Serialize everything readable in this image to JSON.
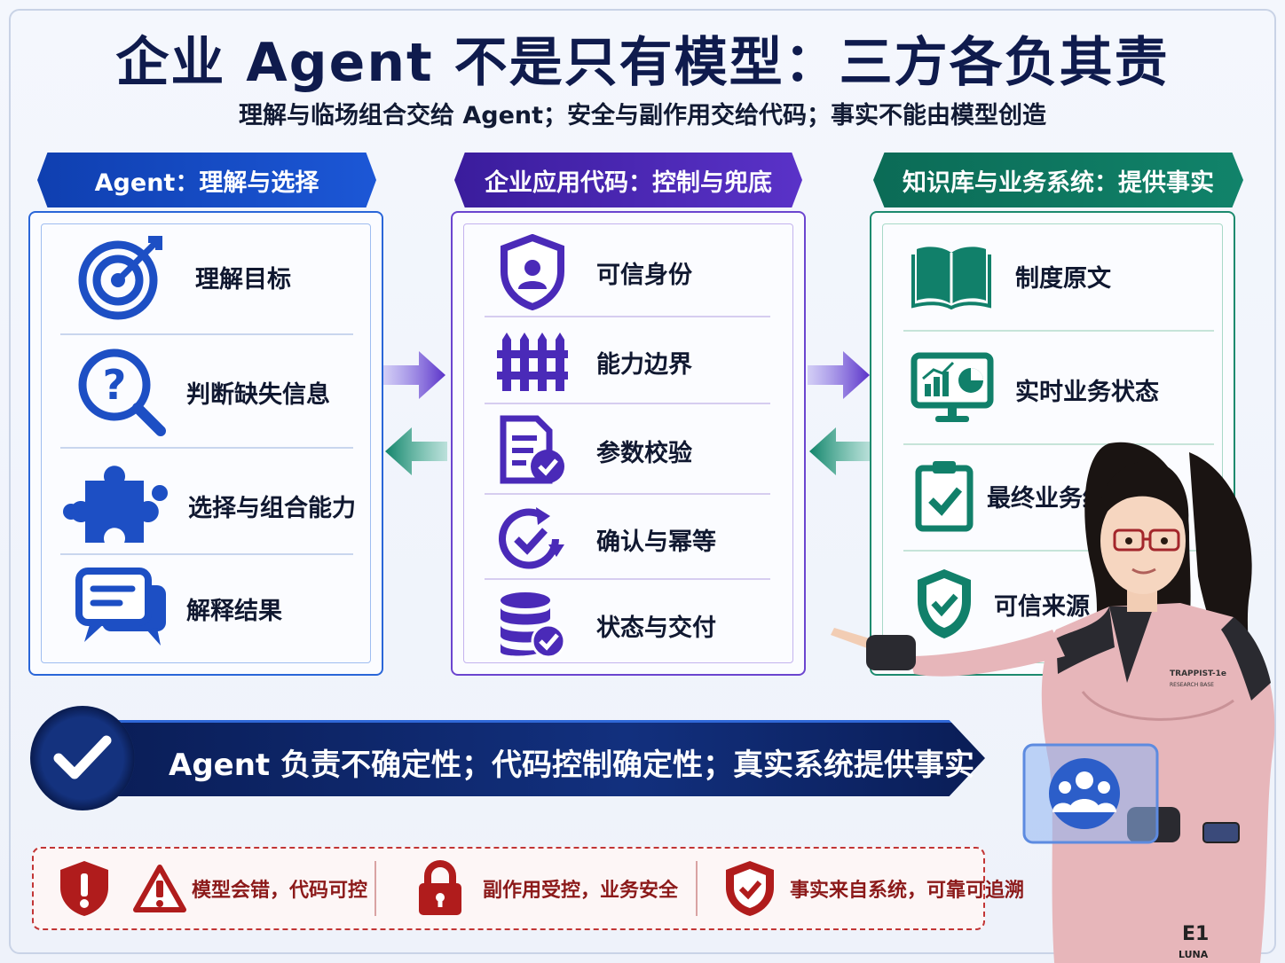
{
  "title": "企业 Agent 不是只有模型：三方各负其责",
  "subtitle": "理解与临场组合交给 Agent；安全与副作用交给代码；事实不能由模型创造",
  "columns": {
    "agent": {
      "header": "Agent：理解与选择",
      "color": "#1c57d6",
      "items": [
        {
          "label": "理解目标",
          "icon": "target-icon"
        },
        {
          "label": "判断缺失信息",
          "icon": "question-magnifier-icon"
        },
        {
          "label": "选择与组合能力",
          "icon": "puzzle-icon"
        },
        {
          "label": "解释结果",
          "icon": "chat-bubbles-icon"
        }
      ]
    },
    "code": {
      "header": "企业应用代码：控制与兜底",
      "color": "#5a32c8",
      "items": [
        {
          "label": "可信身份",
          "icon": "shield-user-icon"
        },
        {
          "label": "能力边界",
          "icon": "fence-icon"
        },
        {
          "label": "参数校验",
          "icon": "document-check-icon"
        },
        {
          "label": "确认与幂等",
          "icon": "refresh-check-icon"
        },
        {
          "label": "状态与交付",
          "icon": "database-check-icon"
        }
      ]
    },
    "knowledge": {
      "header": "知识库与业务系统：提供事实",
      "color": "#11836a",
      "items": [
        {
          "label": "制度原文",
          "icon": "book-icon"
        },
        {
          "label": "实时业务状态",
          "icon": "monitor-chart-icon"
        },
        {
          "label": "最终业务结果",
          "icon": "clipboard-check-icon"
        },
        {
          "label": "可信来源",
          "icon": "shield-check-icon"
        }
      ]
    }
  },
  "banner": {
    "text": "Agent 负责不确定性；代码控制确定性；真实系统提供事实"
  },
  "warnings": [
    {
      "label": "模型会错，代码可控",
      "icons": [
        "shield-exclamation-icon",
        "warning-triangle-icon"
      ]
    },
    {
      "label": "副作用受控，业务安全",
      "icons": [
        "padlock-icon"
      ]
    },
    {
      "label": "事实来自系统，可靠可追溯",
      "icons": [
        "shield-check-icon"
      ]
    }
  ],
  "character": {
    "badge": "TRAPPIST-1e",
    "badge_sub": "RESEARCH BASE",
    "suit_code": "E1",
    "suit_name": "LUNA",
    "device_icon": "group-users-icon"
  }
}
